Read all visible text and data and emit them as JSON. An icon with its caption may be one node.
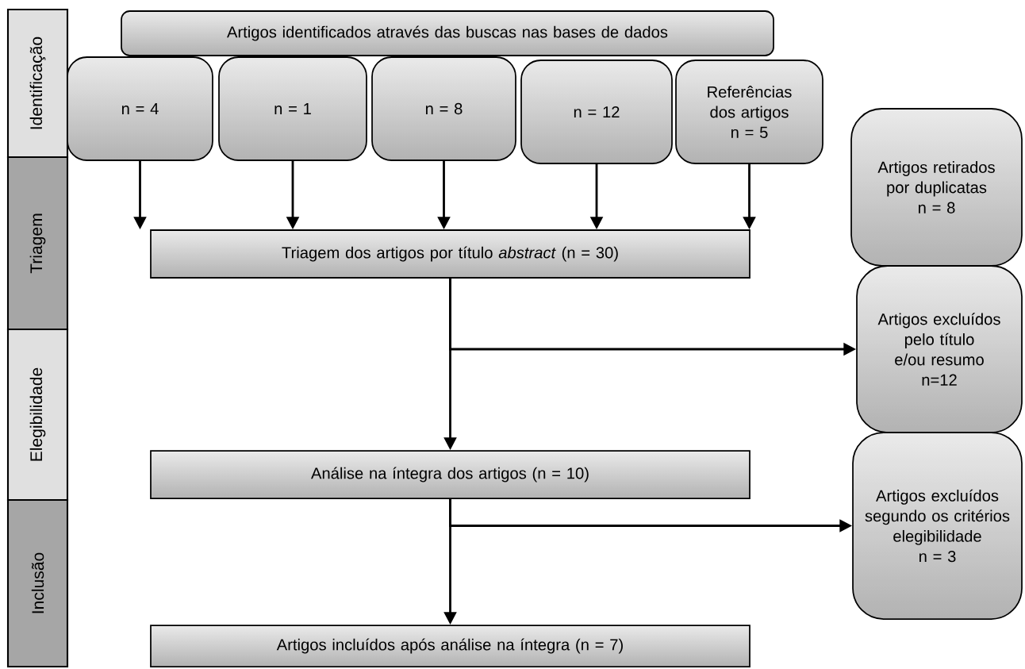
{
  "diagram": {
    "nodes": [
      {
        "text": [
          "Identificação"
        ]
      },
      {
        "text": [
          "Triagem"
        ]
      },
      {
        "text": [
          "Elegibilidade"
        ]
      },
      {
        "text": [
          "Inclusão"
        ]
      },
      {
        "text": [
          "Artigos identificados através das buscas nas bases de dados"
        ]
      },
      {
        "text": [
          "n = 4"
        ]
      },
      {
        "text": [
          "n = 1"
        ]
      },
      {
        "text": [
          "n = 8"
        ]
      },
      {
        "text": [
          "n = 12"
        ]
      },
      {
        "text": [
          "Referências dos artigos",
          "n = 5"
        ]
      },
      {
        "text": [
          "Triagem dos artigos por título *abstract* (n = 30)"
        ]
      },
      {
        "text": [
          "Análise na íntegra dos artigos (n = 10)"
        ]
      },
      {
        "text": [
          "Artigos incluídos após análise na íntegra (n = 7)"
        ]
      },
      {
        "text": [
          "Artigos retirados por duplicatas",
          "n = 8"
        ]
      },
      {
        "text": [
          "Artigos excluídos pelo título e/ou resumo",
          "n=12"
        ]
      },
      {
        "text": [
          "Artigos excluídos segundo os critérios elegibilidade",
          "n = 3"
        ]
      }
    ],
    "edges": [
      {
        "from": 5,
        "to": 10,
        "arrow": "to"
      },
      {
        "from": 6,
        "to": 10,
        "arrow": "to"
      },
      {
        "from": 7,
        "to": 10,
        "arrow": "to"
      },
      {
        "from": 8,
        "to": 10,
        "arrow": "to"
      },
      {
        "from": 9,
        "to": 10,
        "arrow": "to"
      },
      {
        "from": 10,
        "to": 11,
        "arrow": "to"
      },
      {
        "from": 10,
        "to": 14,
        "arrow": "to"
      },
      {
        "from": 11,
        "to": 12,
        "arrow": "to"
      },
      {
        "from": 11,
        "to": 15,
        "arrow": "to"
      }
    ]
  }
}
